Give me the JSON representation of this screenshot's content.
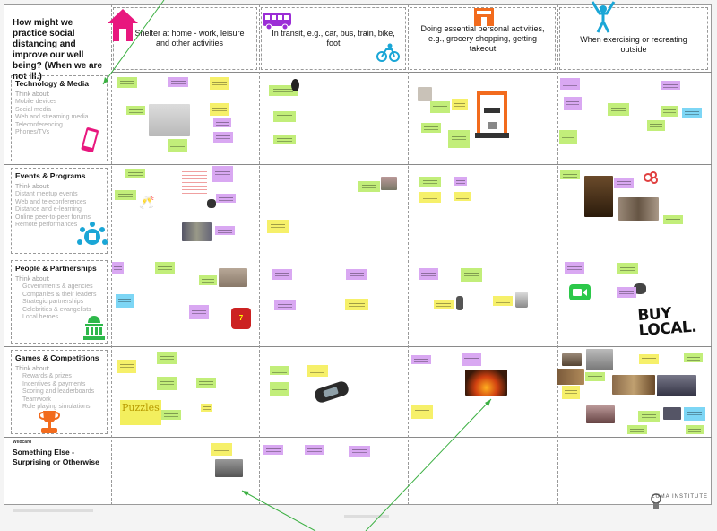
{
  "question": "How might we practice social distancing and improve our well being?  (When we are not ill.)",
  "columns": [
    {
      "label": "Shelter at home - work, leisure and other activities",
      "icon": "house-icon"
    },
    {
      "label": "In transit, e.g., car, bus, train, bike, foot",
      "icon": "bus-icon"
    },
    {
      "label": "Doing essential personal activities, e.g., grocery shopping, getting takeout",
      "icon": "store-icon"
    },
    {
      "label": "When exercising or recreating outside",
      "icon": "person-exercising-icon"
    }
  ],
  "think_label": "Think about:",
  "rows": [
    {
      "title": "Technology & Media",
      "icon": "smartphone-icon",
      "items": [
        "Mobile devices",
        "Social media",
        "Web and streaming media",
        "Teleconferencing",
        "Phones/TVs"
      ]
    },
    {
      "title": "Events & Programs",
      "icon": "people-network-icon",
      "items": [
        "Distant meetup events",
        "Web and teleconferences",
        "Distance and e-learning",
        "Online peer-to-peer forums",
        "Remote performances"
      ]
    },
    {
      "title": "People & Partnerships",
      "icon": "government-building-icon",
      "items": [
        "Governments & agencies",
        "Companies & their leaders",
        "Strategic partnerships",
        "Celebrities & evangelists",
        "Local heroes"
      ]
    },
    {
      "title": "Games & Competitions",
      "icon": "trophy-icon",
      "items": [
        "Rewards & prizes",
        "Incentives & payments",
        "Scoring and leaderboards",
        "Teamwork",
        "Role playing simulations"
      ]
    }
  ],
  "wildcard": {
    "label": "Wildcard",
    "title": "Something Else - Surprising or Otherwise"
  },
  "sticker_text": {
    "buy_local": "BUY LOCAL.",
    "puzzles": "Puzzles"
  },
  "branding": {
    "logo": "LUMA INSTITUTE"
  },
  "colors": {
    "note_purple": "#d9a8f2",
    "note_green": "#c2ee7a",
    "note_yellow": "#f6f06a",
    "note_cyan": "#7dd6f5",
    "accent_magenta": "#e8177e",
    "accent_purple": "#9b2dd6",
    "accent_cyan": "#1aa6d6",
    "accent_orange": "#f26b1d",
    "accent_green": "#2db84a"
  }
}
